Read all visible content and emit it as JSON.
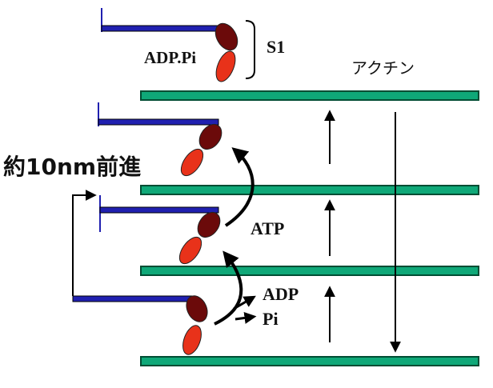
{
  "labels": {
    "s1": "S1",
    "adp_pi_top": "ADP.Pi",
    "actin": "アクチン",
    "advance": "約10nm前進",
    "atp": "ATP",
    "adp": "ADP",
    "pi": "Pi"
  },
  "colors": {
    "actin_fill": "#0fa878",
    "actin_stroke": "#004d33",
    "myosin_rod": "#2020b0",
    "head_dark": "#6b0a0a",
    "head_light": "#e8321a",
    "arrow": "#000000"
  }
}
